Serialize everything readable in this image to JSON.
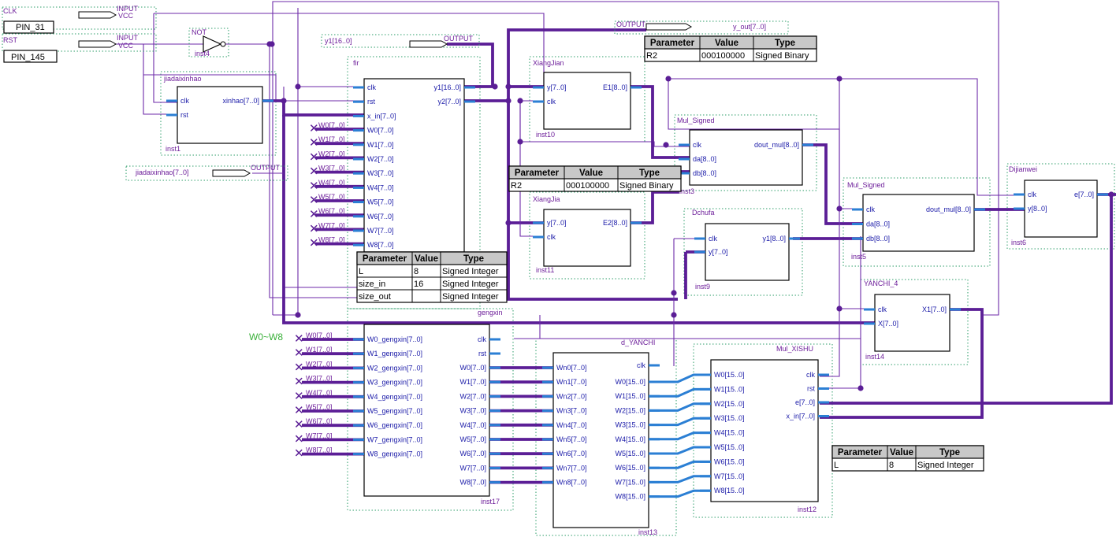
{
  "annotation": {
    "weights": "W0~W8"
  },
  "io": {
    "clk_name": "CLK",
    "clk_pin": "PIN_31",
    "clk_type": "INPUT",
    "clk_sub": "VCC",
    "rst_name": "RST",
    "rst_pin": "PIN_145",
    "rst_type": "INPUT",
    "rst_sub": "VCC",
    "not_title": "NOT",
    "not_inst": "inst4",
    "out_y1": "y1[16..0]",
    "out_y_out": "y_out[7..0]",
    "out_jiadai": "jiadaixinhao[7..0]",
    "output_word": "OUTPUT"
  },
  "blocks": {
    "jiadai": {
      "title": "jiadaixinhao",
      "inst": "inst1",
      "in": [
        "clk",
        "rst"
      ],
      "out": [
        "xinhao[7..0]"
      ]
    },
    "fir": {
      "title": "fir",
      "inst": "",
      "in": [
        "clk",
        "rst",
        "x_in[7..0]",
        "W0[7..0]",
        "W1[7..0]",
        "W2[7..0]",
        "W3[7..0]",
        "W4[7..0]",
        "W5[7..0]",
        "W6[7..0]",
        "W7[7..0]",
        "W8[7..0]"
      ],
      "out": [
        "y1[16..0]",
        "y2[7..0]"
      ]
    },
    "xiangjian": {
      "title": "XiangJian",
      "inst": "inst10",
      "in": [
        "y[7..0]",
        "clk"
      ],
      "out": [
        "E1[8..0]"
      ]
    },
    "xiangjia": {
      "title": "XiangJia",
      "inst": "inst11",
      "in": [
        "y[7..0]",
        "clk"
      ],
      "out": [
        "E2[8..0]"
      ]
    },
    "mul1": {
      "title": "Mul_Signed",
      "inst": "inst3",
      "in": [
        "clk",
        "da[8..0]",
        "db[8..0]"
      ],
      "out": [
        "dout_mul[8..0]"
      ]
    },
    "mul2": {
      "title": "Mul_Signed",
      "inst": "inst5",
      "in": [
        "clk",
        "da[8..0]",
        "db[8..0]"
      ],
      "out": [
        "dout_mul[8..0]"
      ]
    },
    "dijianwei": {
      "title": "Dijianwei",
      "inst": "inst6",
      "in": [
        "clk",
        "y[8..0]"
      ],
      "out": [
        "e[7..0]"
      ]
    },
    "dchufa": {
      "title": "Dchufa",
      "inst": "inst9",
      "in": [
        "clk",
        "y[7..0]"
      ],
      "out": [
        "y1[8..0]"
      ]
    },
    "yanchi4": {
      "title": "YANCHI_4",
      "inst": "inst14",
      "in": [
        "clk",
        "X[7..0]"
      ],
      "out": [
        "X1[7..0]"
      ]
    },
    "gengxin": {
      "title": "gengxin",
      "inst": "inst17",
      "in": [
        "W0_gengxin[7..0]",
        "W1_gengxin[7..0]",
        "W2_gengxin[7..0]",
        "W3_gengxin[7..0]",
        "W4_gengxin[7..0]",
        "W5_gengxin[7..0]",
        "W6_gengxin[7..0]",
        "W7_gengxin[7..0]",
        "W8_gengxin[7..0]"
      ],
      "in_right": [
        "clk",
        "rst"
      ],
      "out": [
        "W0[7..0]",
        "W1[7..0]",
        "W2[7..0]",
        "W3[7..0]",
        "W4[7..0]",
        "W5[7..0]",
        "W6[7..0]",
        "W7[7..0]",
        "W8[7..0]"
      ]
    },
    "dyanchi": {
      "title": "d_YANCHI",
      "inst": "inst13",
      "in": [
        "Wn0[7..0]",
        "Wn1[7..0]",
        "Wn2[7..0]",
        "Wn3[7..0]",
        "Wn4[7..0]",
        "Wn5[7..0]",
        "Wn6[7..0]",
        "Wn7[7..0]",
        "Wn8[7..0]"
      ],
      "clk": "clk",
      "out": [
        "W0[15..0]",
        "W1[15..0]",
        "W2[15..0]",
        "W3[15..0]",
        "W4[15..0]",
        "W5[15..0]",
        "W6[15..0]",
        "W7[15..0]",
        "W8[15..0]"
      ]
    },
    "mulxishu": {
      "title": "Mul_XISHU",
      "inst": "inst12",
      "in": [
        "W0[15..0]",
        "W1[15..0]",
        "W2[15..0]",
        "W3[15..0]",
        "W4[15..0]",
        "W5[15..0]",
        "W6[15..0]",
        "W7[15..0]",
        "W8[15..0]"
      ],
      "in_right": [
        "clk",
        "rst",
        "e[7..0]",
        "x_in[7..0]"
      ]
    }
  },
  "w_labels": [
    "W0[7..0]",
    "W1[7..0]",
    "W2[7..0]",
    "W3[7..0]",
    "W4[7..0]",
    "W5[7..0]",
    "W6[7..0]",
    "W7[7..0]",
    "W8[7..0]"
  ],
  "tables": {
    "t1": {
      "headers": [
        "Parameter",
        "Value",
        "Type"
      ],
      "rows": [
        [
          "R2",
          "000100000",
          "Signed Binary"
        ]
      ]
    },
    "t2": {
      "headers": [
        "Parameter",
        "Value",
        "Type"
      ],
      "rows": [
        [
          "R2",
          "000100000",
          "Signed Binary"
        ]
      ]
    },
    "t3": {
      "headers": [
        "Parameter",
        "Value",
        "Type"
      ],
      "rows": [
        [
          "L",
          "8",
          "Signed Integer"
        ],
        [
          "size_in",
          "16",
          "Signed Integer"
        ],
        [
          "size_out",
          "",
          "Signed Integer"
        ]
      ]
    },
    "t4": {
      "headers": [
        "Parameter",
        "Value",
        "Type"
      ],
      "rows": [
        [
          "L",
          "8",
          "Signed Integer"
        ]
      ]
    }
  }
}
